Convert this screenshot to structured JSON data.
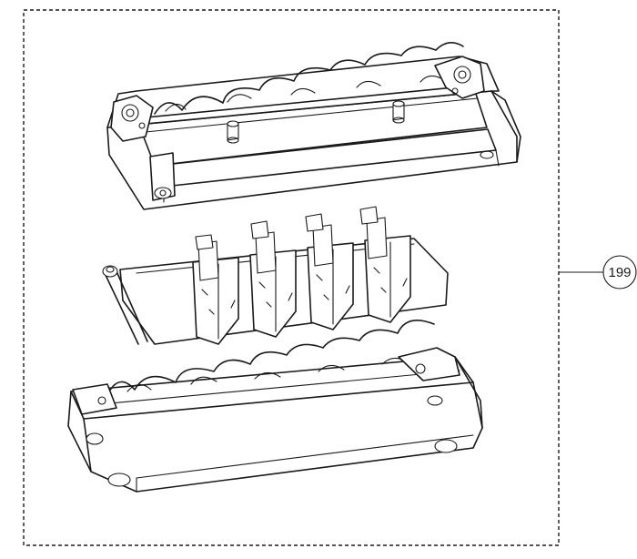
{
  "callout": {
    "number": "199"
  },
  "colors": {
    "line": "#1a1a1a",
    "background": "#ffffff"
  },
  "parts": [
    {
      "name": "upper-housing",
      "icon": "upper-housing-drawing"
    },
    {
      "name": "switch-board",
      "icon": "switch-board-drawing",
      "switch_count": 4
    },
    {
      "name": "lower-housing",
      "icon": "lower-housing-drawing"
    }
  ]
}
